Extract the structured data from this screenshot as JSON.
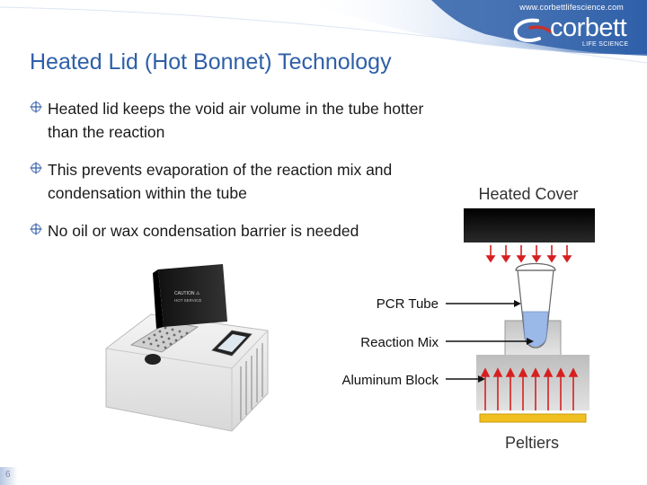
{
  "header": {
    "url": "www.corbettlifescience.com",
    "logo_word": "corbett",
    "logo_sub": "LIFE SCIENCE",
    "colors": {
      "band": "#2e5fa8",
      "accent": "#c8322d"
    }
  },
  "slide": {
    "title": "Heated Lid (Hot Bonnet) Technology",
    "bullets": [
      {
        "text": "Heated lid keeps the void air volume in the tube hotter than the reaction",
        "icon": "crosshair-bullet-icon"
      },
      {
        "text": "This prevents evaporation of the reaction mix and condensation within the tube",
        "icon": "crosshair-bullet-icon"
      },
      {
        "text": "No oil or wax condensation barrier is needed",
        "icon": "crosshair-bullet-icon"
      }
    ],
    "page_number": "6"
  },
  "diagram": {
    "heated_cover": "Heated Cover",
    "pcr_tube": "PCR Tube",
    "reaction_mix": "Reaction Mix",
    "aluminum_block": "Aluminum Block",
    "peltiers": "Peltiers",
    "colors": {
      "cover": "#1a1a1a",
      "arrow": "#d62020",
      "liquid": "#9ab8e8",
      "peltier": "#f0c020"
    }
  },
  "device": {
    "lid_label_1": "CAUTION ⚠",
    "lid_label_2": "HOT SERVICE"
  }
}
